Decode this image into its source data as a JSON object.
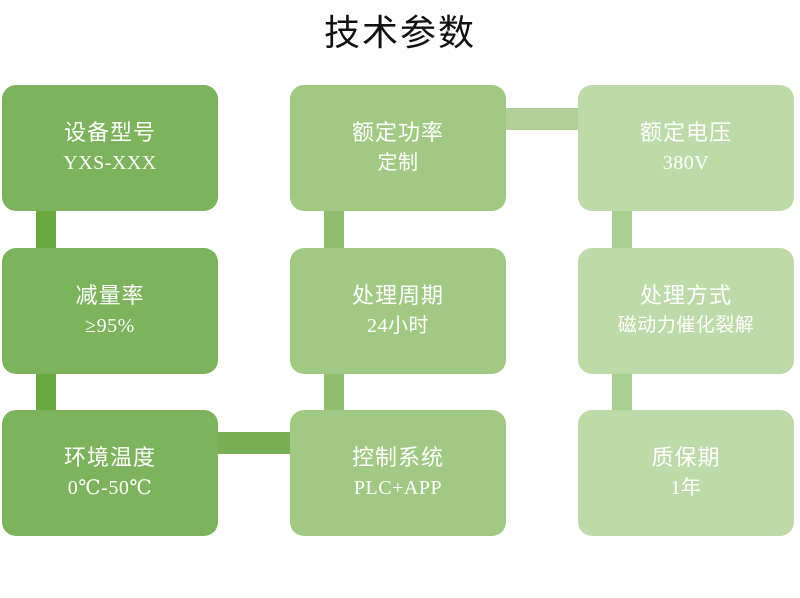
{
  "page": {
    "title": "技术参数",
    "background": "#ffffff"
  },
  "palette": {
    "column1": "#7cb35c",
    "column2": "#a2c984",
    "column3": "#bedaa9",
    "connector_dark": "#6aa83f",
    "connector_mid": "#8fbd6e",
    "connector_light": "#a9cf92",
    "text": "#ffffff",
    "title_text": "#111111"
  },
  "cards": [
    {
      "label": "设备型号",
      "value": "YXS-XXX"
    },
    {
      "label": "额定功率",
      "value": "定制"
    },
    {
      "label": "额定电压",
      "value": "380V"
    },
    {
      "label": "减量率",
      "value": "≥95%"
    },
    {
      "label": "处理周期",
      "value": "24小时"
    },
    {
      "label": "处理方式",
      "value": "磁动力催化裂解"
    },
    {
      "label": "环境温度",
      "value": "0℃-50℃"
    },
    {
      "label": "控制系统",
      "value": "PLC+APP"
    },
    {
      "label": "质保期",
      "value": "1年"
    }
  ]
}
